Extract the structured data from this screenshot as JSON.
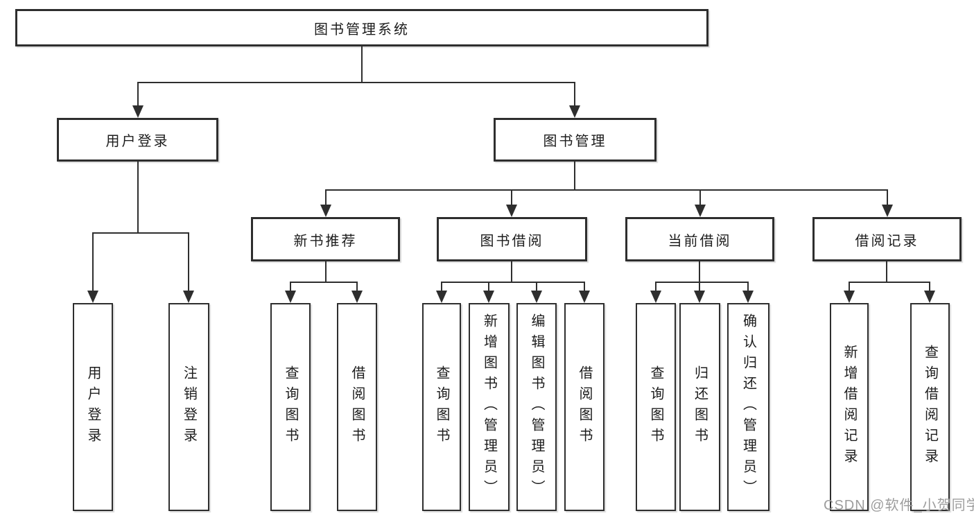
{
  "diagram": {
    "title": "图书管理系统",
    "watermark": "CSDN @软件_小贺同学",
    "line_color": "#2e2e2e",
    "box_background": "#ffffff",
    "nodes": {
      "root": {
        "label": "图书管理系统"
      },
      "user_login": {
        "label": "用户登录"
      },
      "book_management": {
        "label": "图书管理"
      },
      "new_book_recommend": {
        "label": "新书推荐"
      },
      "book_borrow": {
        "label": "图书借阅"
      },
      "current_borrow": {
        "label": "当前借阅"
      },
      "borrow_records": {
        "label": "借阅记录"
      },
      "leaf_user_login": {
        "label": "用户登录"
      },
      "leaf_logout": {
        "label": "注销登录"
      },
      "leaf_rec_query_book": {
        "label": "查询图书"
      },
      "leaf_rec_borrow_book": {
        "label": "借阅图书"
      },
      "leaf_bb_query_book": {
        "label": "查询图书"
      },
      "leaf_bb_add_book": {
        "label": "新增图书（管理员）"
      },
      "leaf_bb_edit_book": {
        "label": "编辑图书（管理员）"
      },
      "leaf_bb_borrow_book": {
        "label": "借阅图书"
      },
      "leaf_cb_query_book": {
        "label": "查询图书"
      },
      "leaf_cb_return_book": {
        "label": "归还图书"
      },
      "leaf_cb_confirm_return": {
        "label": "确认归还（管理员）"
      },
      "leaf_br_add_record": {
        "label": "新增借阅记录"
      },
      "leaf_br_query_record": {
        "label": "查询借阅记录"
      }
    },
    "hierarchy": {
      "root": "图书管理系统",
      "children": [
        {
          "label": "用户登录",
          "children": [
            "用户登录",
            "注销登录"
          ]
        },
        {
          "label": "图书管理",
          "children": [
            {
              "label": "新书推荐",
              "children": [
                "查询图书",
                "借阅图书"
              ]
            },
            {
              "label": "图书借阅",
              "children": [
                "查询图书",
                "新增图书（管理员）",
                "编辑图书（管理员）",
                "借阅图书"
              ]
            },
            {
              "label": "当前借阅",
              "children": [
                "查询图书",
                "归还图书",
                "确认归还（管理员）"
              ]
            },
            {
              "label": "借阅记录",
              "children": [
                "新增借阅记录",
                "查询借阅记录"
              ]
            }
          ]
        }
      ]
    }
  }
}
